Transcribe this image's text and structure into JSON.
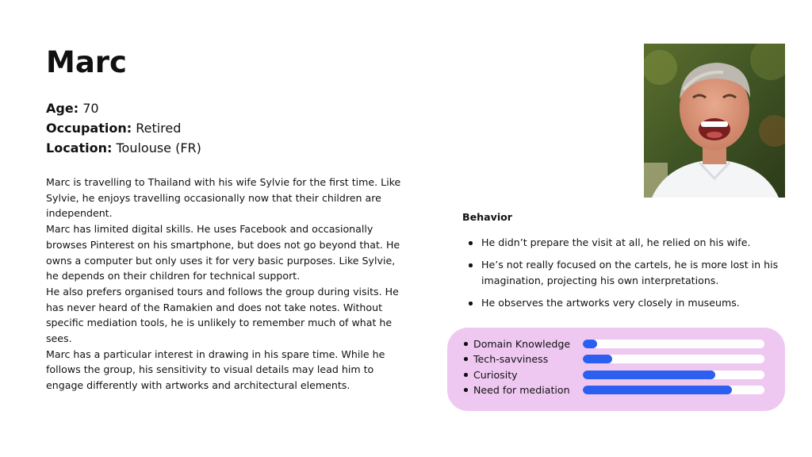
{
  "persona": {
    "name": "Marc",
    "facts": [
      {
        "key": "Age:",
        "value": "70"
      },
      {
        "key": "Occupation:",
        "value": "Retired"
      },
      {
        "key": "Location:",
        "value": "Toulouse (FR)"
      }
    ],
    "bio_lines": [
      "Marc is travelling to Thailand with his wife Sylvie for the first time. Like",
      "Sylvie, he enjoys travelling occasionally now that their children are",
      "independent.",
      "Marc has limited digital skills. He uses Facebook and occasionally",
      "browses Pinterest on his smartphone, but does not go beyond that. He",
      "owns a computer but only uses it for very basic purposes. Like Sylvie,",
      "he depends on their children for technical support.",
      "He also prefers organised tours and follows the group during visits. He",
      "has never heard of the Ramakien and does not take notes. Without",
      "specific mediation tools, he is unlikely to remember much of what he",
      "sees.",
      "Marc has a particular interest in drawing in his spare time. While he",
      "follows the group, his sensitivity to visual details may lead him to",
      "engage differently with artworks and architectural elements."
    ]
  },
  "behavior": {
    "title": "Behavior",
    "items": [
      " He didn’t prepare the visit at all, he relied on his wife.",
      "He’s not really focused on the cartels, he is more lost in his imagination, projecting his own interpretations.",
      "He observes the artworks very closely in museums."
    ]
  },
  "metrics": [
    {
      "label": "Domain Knowledge",
      "level": 0.08
    },
    {
      "label": "Tech-savviness",
      "level": 0.16
    },
    {
      "label": "Curiosity",
      "level": 0.73
    },
    {
      "label": "Need for mediation",
      "level": 0.82
    }
  ],
  "colors": {
    "metrics_panel": "#efc8f2",
    "bar_fill": "#2b5ff0",
    "bar_track": "#ffffff"
  }
}
